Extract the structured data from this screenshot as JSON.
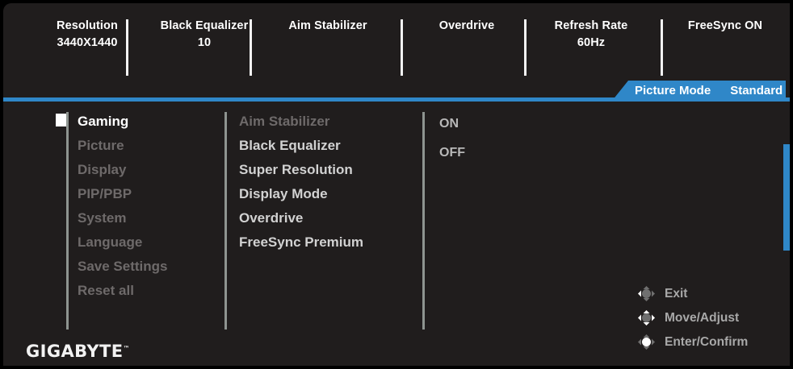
{
  "device": {
    "brand": "GIGABYTE",
    "trademark": "™"
  },
  "colors": {
    "accent_blue": "#2f87c8",
    "panel_bg": "#201d1d",
    "selected_text": "#ffffff",
    "dim_text": "#6e6a6a",
    "value_text": "#b8b8b8"
  },
  "statusbar": {
    "items": [
      {
        "label": "Resolution",
        "value": "3440X1440"
      },
      {
        "label": "Black Equalizer",
        "value": "10"
      },
      {
        "label": "Aim Stabilizer",
        "value": ""
      },
      {
        "label": "Overdrive",
        "value": ""
      },
      {
        "label": "Refresh Rate",
        "value": "60Hz"
      },
      {
        "label": "FreeSync ON",
        "value": ""
      }
    ]
  },
  "ribbon": {
    "label": "Picture Mode",
    "value": "Standard"
  },
  "menu": {
    "categories": [
      {
        "label": "Gaming",
        "selected": true
      },
      {
        "label": "Picture",
        "selected": false
      },
      {
        "label": "Display",
        "selected": false
      },
      {
        "label": "PIP/PBP",
        "selected": false
      },
      {
        "label": "System",
        "selected": false
      },
      {
        "label": "Language",
        "selected": false
      },
      {
        "label": "Save Settings",
        "selected": false
      },
      {
        "label": "Reset all",
        "selected": false
      }
    ],
    "submenu": [
      {
        "label": "Aim Stabilizer",
        "dim": true
      },
      {
        "label": "Black Equalizer",
        "dim": false
      },
      {
        "label": "Super Resolution",
        "dim": false
      },
      {
        "label": "Display Mode",
        "dim": false
      },
      {
        "label": "Overdrive",
        "dim": false
      },
      {
        "label": "FreeSync Premium",
        "dim": false
      }
    ],
    "options": [
      {
        "label": "ON"
      },
      {
        "label": "OFF"
      }
    ]
  },
  "hints": [
    {
      "icon": "joystick-left-icon",
      "label": "Exit"
    },
    {
      "icon": "joystick-move-icon",
      "label": "Move/Adjust"
    },
    {
      "icon": "joystick-press-icon",
      "label": "Enter/Confirm"
    }
  ]
}
